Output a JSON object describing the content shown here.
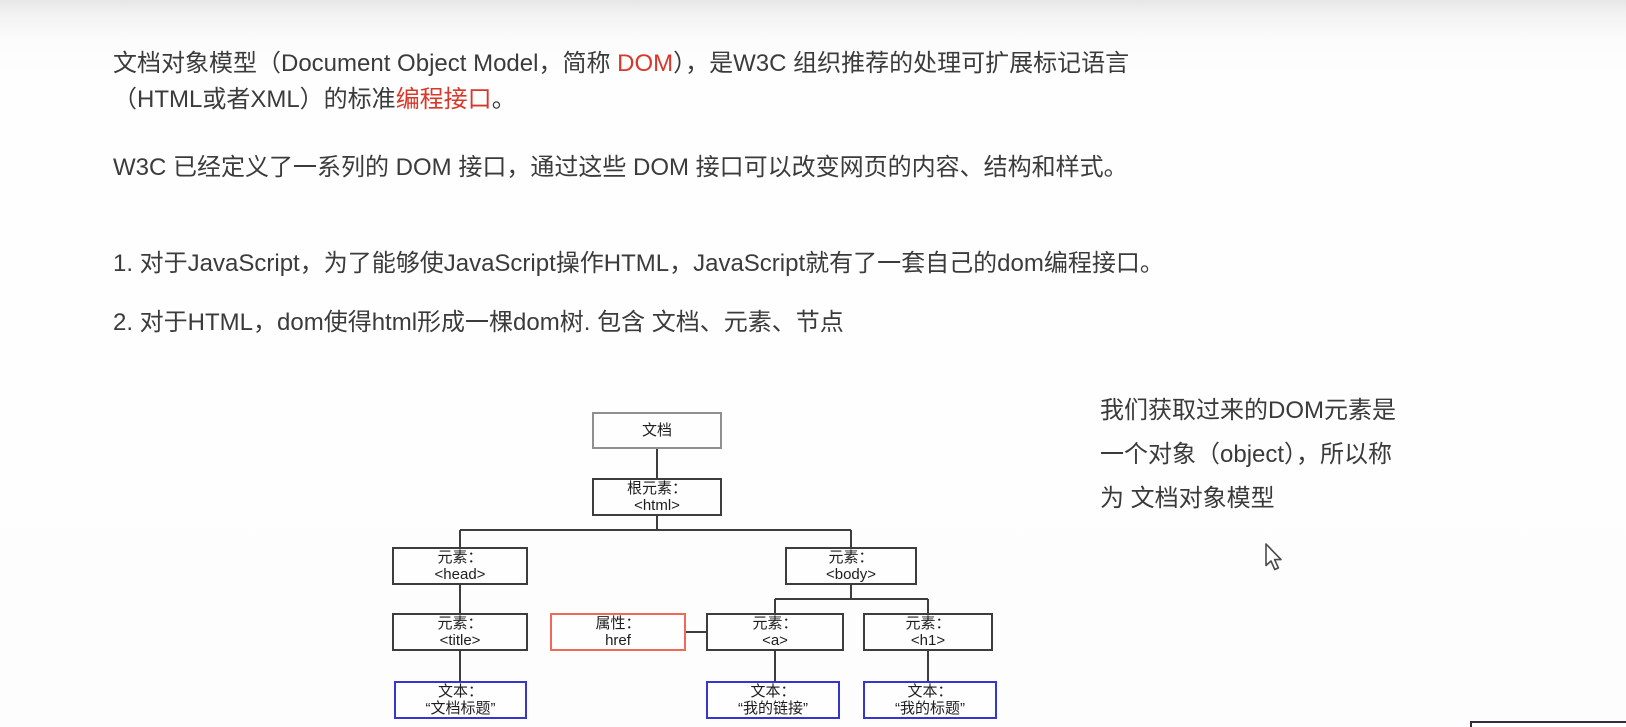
{
  "colors": {
    "accent_red": "#d9372a",
    "box_red_border": "#ee6a56",
    "box_blue_border": "#3636cf",
    "box_dark_border": "#3d3d3d",
    "box_gray_border": "#8f8f8f",
    "body_text": "#3b3b3b"
  },
  "intro": {
    "p1_line1_segments": [
      {
        "text": "文档对象模型（Document Object Model，简称 "
      },
      {
        "text": "DOM",
        "color": "#d9372a"
      },
      {
        "text": "），是W3C 组织推荐的处理可扩展标记语言"
      }
    ],
    "p1_line2_segments": [
      {
        "text": "（HTML或者XML）的标准"
      },
      {
        "text": "编程接口",
        "color": "#d9372a"
      },
      {
        "text": "。"
      }
    ],
    "p2": "W3C 已经定义了一系列的 DOM 接口，通过这些 DOM 接口可以改变网页的内容、结构和样式。",
    "list": [
      "1. 对于JavaScript，为了能够使JavaScript操作HTML，JavaScript就有了一套自己的dom编程接口。",
      "2. 对于HTML，dom使得html形成一棵dom树. 包含 文档、元素、节点"
    ]
  },
  "diagram": {
    "nodes": {
      "document": {
        "line1": "文档"
      },
      "root": {
        "line1": "根元素：",
        "line2": "<html>"
      },
      "head": {
        "line1": "元素：",
        "line2": "<head>"
      },
      "body": {
        "line1": "元素：",
        "line2": "<body>"
      },
      "title": {
        "line1": "元素：",
        "line2": "<title>"
      },
      "href": {
        "line1": "属性：",
        "line2": "href"
      },
      "a": {
        "line1": "元素：",
        "line2": "<a>"
      },
      "h1": {
        "line1": "元素：",
        "line2": "<h1>"
      },
      "text_title": {
        "line1": "文本：",
        "line2": "“文档标题”"
      },
      "text_link": {
        "line1": "文本：",
        "line2": "“我的链接”"
      },
      "text_heading": {
        "line1": "文本：",
        "line2": "“我的标题”"
      }
    }
  },
  "side_note": {
    "lines": [
      "我们获取过来的DOM元素是",
      "一个对象（object），所以称",
      "为 文档对象模型"
    ]
  },
  "cursor": {
    "type": "arrow-pointer"
  }
}
